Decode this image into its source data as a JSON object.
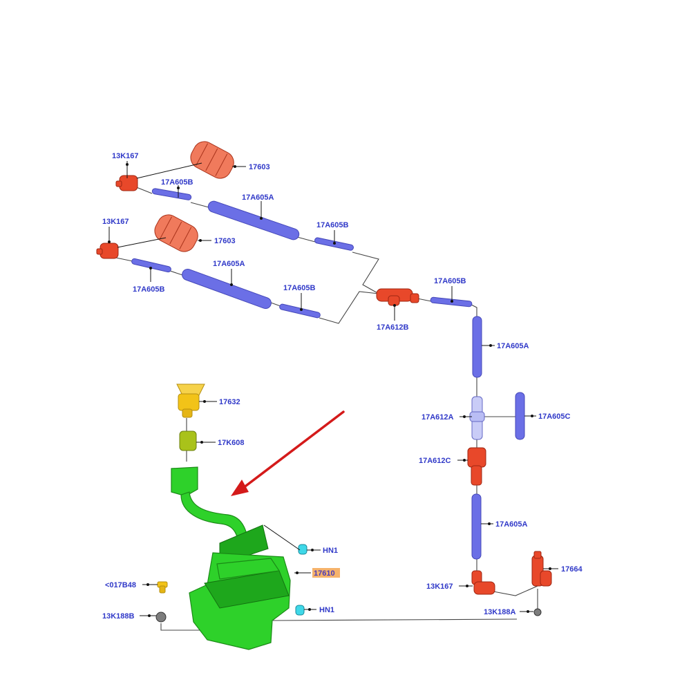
{
  "labels": {
    "l_13k167_top": "13K167",
    "l_17603_top": "17603",
    "l_17a605b_1": "17A605B",
    "l_17a605a_1": "17A605A",
    "l_17a605b_2": "17A605B",
    "l_13k167_mid": "13K167",
    "l_17603_mid": "17603",
    "l_17a605b_3": "17A605B",
    "l_17a605a_2": "17A605A",
    "l_17a605b_4": "17A605B",
    "l_17a612b": "17A612B",
    "l_17a605b_5": "17A605B",
    "l_17a605a_3": "17A605A",
    "l_17a612a": "17A612A",
    "l_17a605c": "17A605C",
    "l_17a612c": "17A612C",
    "l_17a605a_4": "17A605A",
    "l_17632": "17632",
    "l_17k608": "17K608",
    "l_hn1_top": "HN1",
    "l_17610": "17610",
    "l_hn1_bot": "HN1",
    "l_017b48": "<017B48",
    "l_13k188b": "13K188B",
    "l_13k167_bot": "13K167",
    "l_13k188a": "13K188A",
    "l_17664": "17664"
  },
  "highlighted_label": "17610",
  "colors": {
    "label_text": "#2f38c8",
    "highlight": "#f6b36b",
    "arrow": "#d41a1a",
    "tube": "#6b6fe6",
    "connector": "#e8482a",
    "reservoir": "#2ed12a",
    "cap": "#f2c318",
    "clip": "#3fd8e8"
  }
}
